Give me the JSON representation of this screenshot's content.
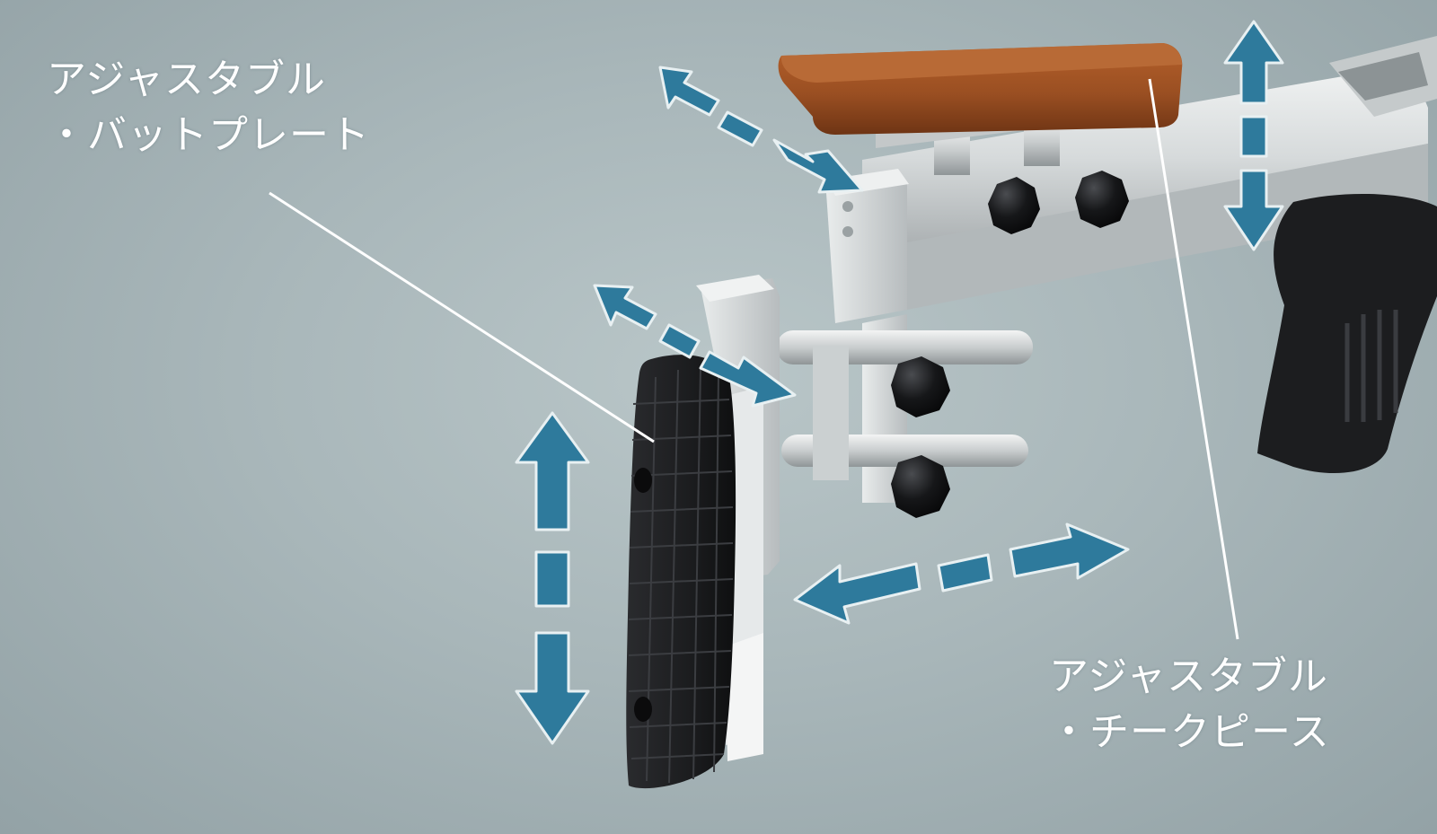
{
  "labels": {
    "butt_plate": {
      "line1": "アジャスタブル",
      "line2": "・バットプレート"
    },
    "cheek_piece": {
      "line1": "アジャスタブル",
      "line2": "・チークピース"
    }
  },
  "colors": {
    "background": "#a9b7ba",
    "arrow": "#2e7a9c",
    "label_text": "#ffffff",
    "wood": "#9a4f22",
    "aluminum": "#d8dcdd",
    "rubber": "#1d1e20"
  },
  "icons": {
    "arrows": "double-headed-dashed-arrow",
    "knobs": "black-star-knob"
  }
}
